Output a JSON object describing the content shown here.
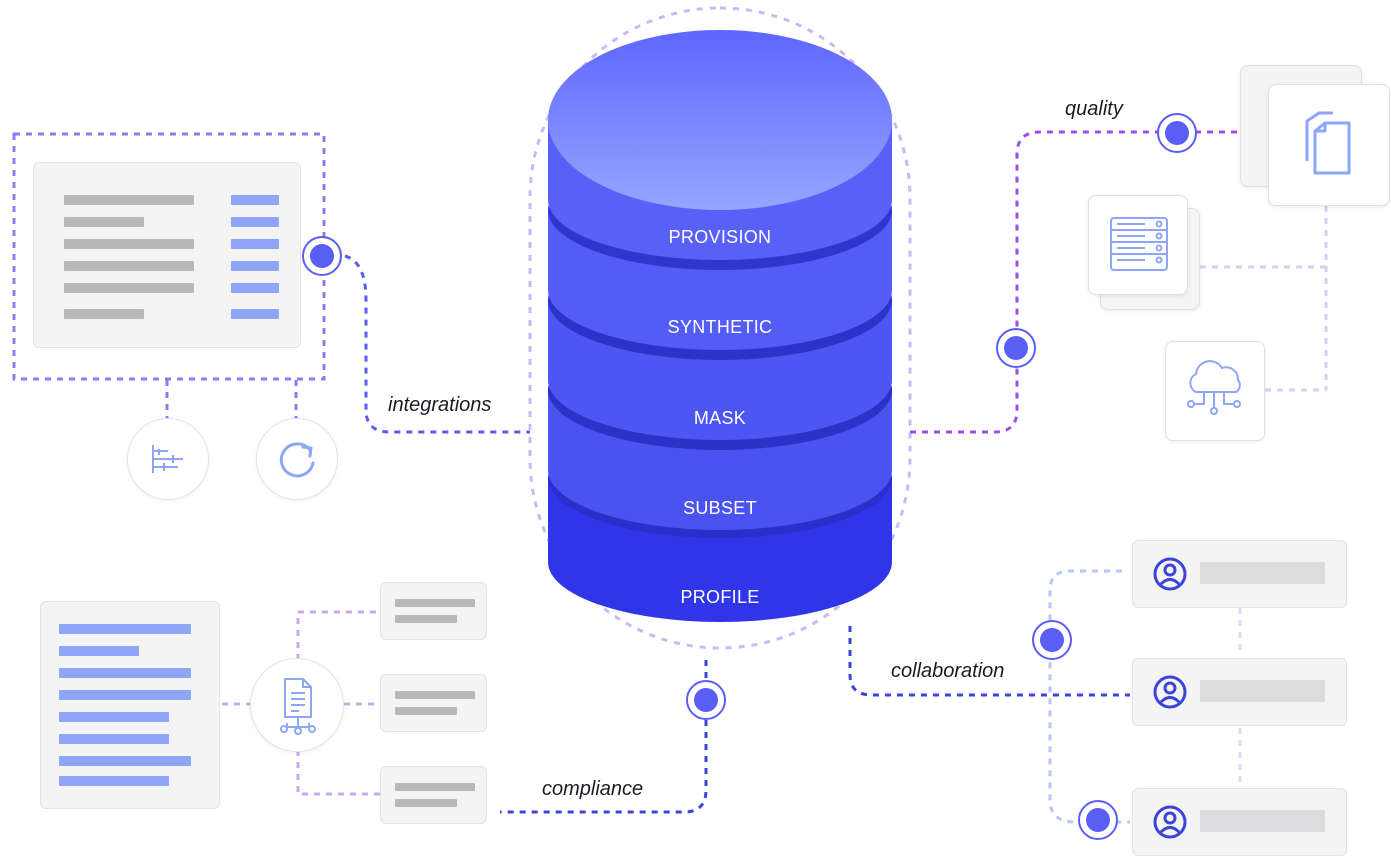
{
  "layers": [
    {
      "label": "PROVISION"
    },
    {
      "label": "SYNTHETIC"
    },
    {
      "label": "MASK"
    },
    {
      "label": "SUBSET"
    },
    {
      "label": "PROFILE"
    }
  ],
  "connections": {
    "integrations": "integrations",
    "quality": "quality",
    "collaboration": "collaboration",
    "compliance": "compliance"
  },
  "icons": {
    "sliders": "sliders-icon",
    "refresh": "refresh-icon",
    "documents": "documents-icon",
    "server": "server-icon",
    "cloud": "cloud-icon",
    "file_tree": "file-tree-icon",
    "user": "user-icon"
  },
  "colors": {
    "accent": "#5b5ef5",
    "layer_top": "#6c78ff",
    "layer_dark": "#2a2ed0",
    "bar_blue": "#8fa6f8",
    "bar_gray": "#b8b8b8",
    "purple_line": "#a35cf0",
    "light_purple": "#c9b6f3"
  }
}
